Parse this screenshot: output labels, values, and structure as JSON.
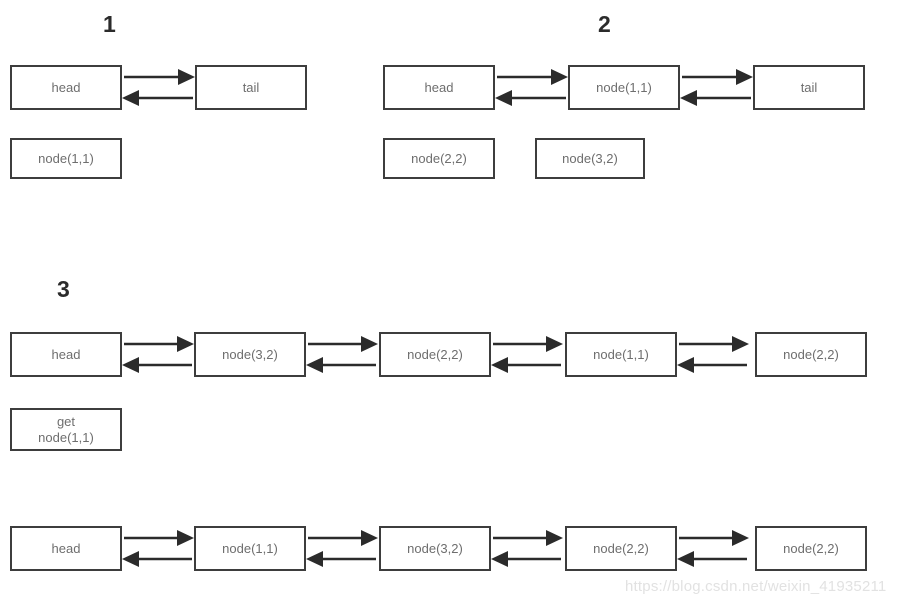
{
  "diagram": {
    "title_hidden": "",
    "watermark": "https://blog.csdn.net/weixin_41935211",
    "colors": {
      "box_border": "#3d3d3d",
      "box_text": "#6e6e6e",
      "arrow": "#2b2b2b",
      "heading": "#2b2b2b",
      "watermark": "#e2e2e2",
      "background": "#ffffff"
    },
    "sections": [
      {
        "number": "1",
        "chain": [
          "head",
          "tail"
        ],
        "loose_nodes": [
          "node(1,1)"
        ]
      },
      {
        "number": "2",
        "chain": [
          "head",
          "node(1,1)",
          "tail"
        ],
        "loose_nodes": [
          "node(2,2)",
          "node(3,2)"
        ]
      },
      {
        "number": "3",
        "chain": [
          "head",
          "node(3,2)",
          "node(2,2)",
          "node(1,1)",
          "node(2,2)"
        ],
        "loose_nodes": [
          "get\nnode(1,1)"
        ]
      },
      {
        "number": "",
        "chain": [
          "head",
          "node(1,1)",
          "node(3,2)",
          "node(2,2)",
          "node(2,2)"
        ],
        "loose_nodes": []
      }
    ]
  },
  "boxes": {
    "s1_head": "head",
    "s1_tail": "tail",
    "s1_loose_1": "node(1,1)",
    "s2_head": "head",
    "s2_node1": "node(1,1)",
    "s2_tail": "tail",
    "s2_loose_1": "node(2,2)",
    "s2_loose_2": "node(3,2)",
    "s3_head": "head",
    "s3_node1": "node(3,2)",
    "s3_node2": "node(2,2)",
    "s3_node3": "node(1,1)",
    "s3_node4": "node(2,2)",
    "s3_loose_1": "get\nnode(1,1)",
    "s4_head": "head",
    "s4_node1": "node(1,1)",
    "s4_node2": "node(3,2)",
    "s4_node3": "node(2,2)",
    "s4_node4": "node(2,2)"
  },
  "headings": {
    "one": "1",
    "two": "2",
    "three": "3"
  }
}
